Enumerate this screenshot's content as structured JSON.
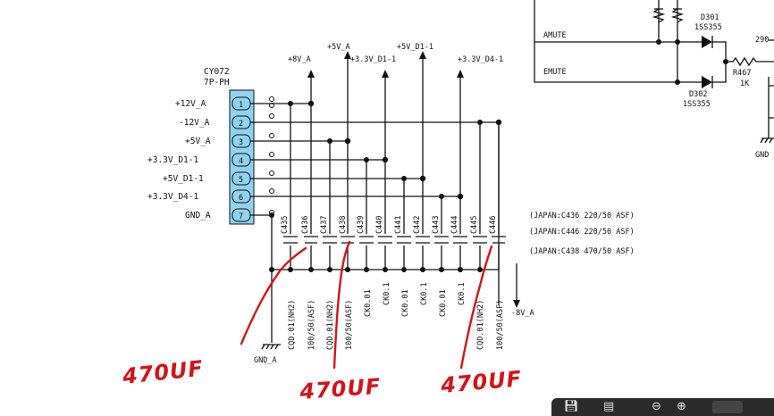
{
  "connector": {
    "ref": "CY072",
    "type": "7P-PH",
    "pins": [
      {
        "num": "1",
        "label": "+12V_A"
      },
      {
        "num": "2",
        "label": "-12V_A"
      },
      {
        "num": "3",
        "label": "+5V_A"
      },
      {
        "num": "4",
        "label": "+3.3V_D1-1"
      },
      {
        "num": "5",
        "label": "+5V_D1-1"
      },
      {
        "num": "6",
        "label": "+3.3V_D4-1"
      },
      {
        "num": "7",
        "label": "GND_A"
      }
    ]
  },
  "rails": {
    "r8v": "+8V_A",
    "r5v": "+5V_A",
    "r33d1": "+3.3V_D1-1",
    "r5d1": "+5V_D1-1",
    "r33d4": "+3.3V_D4-1",
    "neg8v": "-8V_A",
    "gnd": "GND_A"
  },
  "capacitors": [
    {
      "ref": "C435",
      "value": "CQD.01(NH2)"
    },
    {
      "ref": "C436",
      "value": "100/50(ASF)"
    },
    {
      "ref": "C437",
      "value": "CQD.01(NH2)"
    },
    {
      "ref": "C438",
      "value": "100/50(ASF)"
    },
    {
      "ref": "C439",
      "value": "CK0.01"
    },
    {
      "ref": "C440",
      "value": "CK0.1"
    },
    {
      "ref": "C441",
      "value": "CK0.01"
    },
    {
      "ref": "C442",
      "value": "CK0.1"
    },
    {
      "ref": "C443",
      "value": "CK0.01"
    },
    {
      "ref": "C444",
      "value": "CK0.1"
    },
    {
      "ref": "C445",
      "value": "CQD.01(NH2)"
    },
    {
      "ref": "C446",
      "value": "100/50(ASF)"
    }
  ],
  "notes": [
    "(JAPAN:C436 220/50 ASF)",
    "(JAPAN:C446 220/50 ASF)",
    "(JAPAN:C438 470/50 ASF)"
  ],
  "mute": {
    "amute": "AMUTE",
    "emute": "EMUTE",
    "d301_ref": "D301",
    "d301_part": "1SS355",
    "d302_ref": "D302",
    "d302_part": "1SS355",
    "r467_ref": "R467",
    "r467_val": "1K",
    "partial_290": "290",
    "gnd_partial": "GND"
  },
  "annotations": [
    "470UF",
    "470UF",
    "470UF"
  ],
  "colors": {
    "wire": "#111111",
    "pin_fill": "#8fd3ef",
    "ink": "#d0141b",
    "toolbar": "#2b2b2b"
  },
  "toolbar": {
    "icons": [
      "save-icon",
      "file-icon",
      "zoom-out-icon",
      "zoom-in-icon"
    ]
  }
}
